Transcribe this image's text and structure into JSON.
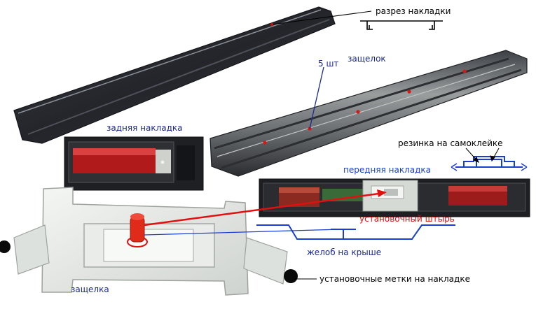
{
  "labels": {
    "cut_section": "разрез накладки",
    "count": "5 шт",
    "latches": "защелок",
    "rear_trim": "задняя накладка",
    "rubber": "резинка на самоклейке",
    "front_trim": "передняя накладка",
    "pin": "установочный штырь",
    "roof_groove": "желоб на крыше",
    "latch": "защелка",
    "marks": "установочные метки на накладке"
  },
  "colors": {
    "trim": "#2b2d33",
    "trim_edge": "#6f737b",
    "latch_body": "#e6e9e6",
    "pin": "#e02a1a",
    "profile_blue": "#1a3fd0",
    "annotation_red": "#e01010"
  }
}
